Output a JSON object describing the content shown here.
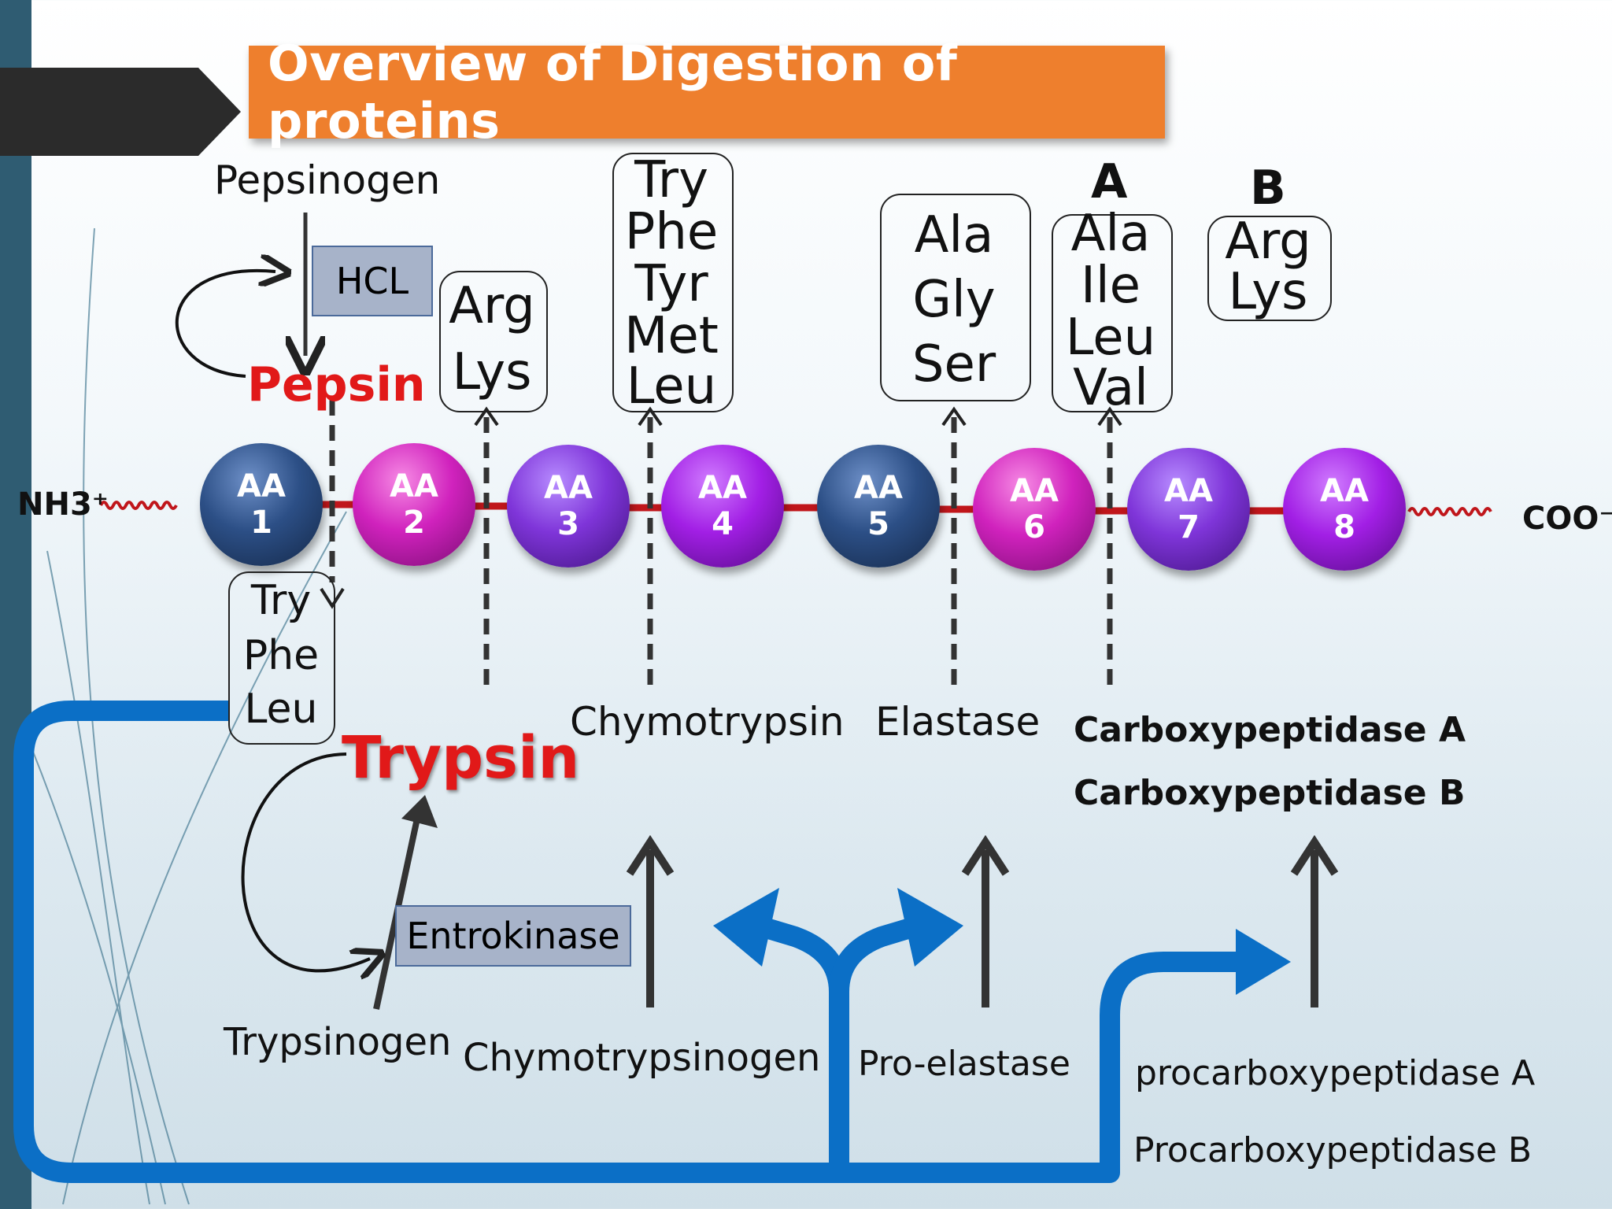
{
  "title": "Overview of Digestion of proteins",
  "chain": {
    "n_terminus": "NH3⁺",
    "c_terminus": "COO⁻",
    "residues": [
      {
        "label": "AA",
        "num": "1",
        "color": "blue"
      },
      {
        "label": "AA",
        "num": "2",
        "color": "pink"
      },
      {
        "label": "AA",
        "num": "3",
        "color": "purple"
      },
      {
        "label": "AA",
        "num": "4",
        "color": "violet"
      },
      {
        "label": "AA",
        "num": "5",
        "color": "blue"
      },
      {
        "label": "AA",
        "num": "6",
        "color": "pink"
      },
      {
        "label": "AA",
        "num": "7",
        "color": "purple"
      },
      {
        "label": "AA",
        "num": "8",
        "color": "violet"
      }
    ]
  },
  "pepsin": {
    "precursor": "Pepsinogen",
    "activator": "HCL",
    "enzyme": "Pepsin",
    "sites": [
      "Try",
      "Phe",
      "Leu"
    ]
  },
  "trypsin": {
    "precursor": "Trypsinogen",
    "activator": "Entrokinase",
    "enzyme": "Trypsin",
    "sites": [
      "Arg",
      "Lys"
    ]
  },
  "chymotrypsin": {
    "precursor": "Chymotrypsinogen",
    "enzyme": "Chymotrypsin",
    "sites": [
      "Try",
      "Phe",
      "Tyr",
      "Met",
      "Leu"
    ]
  },
  "elastase": {
    "precursor": "Pro-elastase",
    "enzyme": "Elastase",
    "sites": [
      "Ala",
      "Gly",
      "Ser"
    ]
  },
  "carboxypeptidase": {
    "precursor_a": "procarboxypeptidase A",
    "precursor_b": "Procarboxypeptidase B",
    "enzyme_a": "Carboxypeptidase  A",
    "enzyme_b": "Carboxypeptidase  B",
    "group_a": {
      "heading": "A",
      "sites": [
        "Ala",
        "Ile",
        "Leu",
        "Val"
      ]
    },
    "group_b": {
      "heading": "B",
      "sites": [
        "Arg",
        "Lys"
      ]
    }
  },
  "colors": {
    "title_bg": "#ee7f2d",
    "pepsin_red": "#e11919",
    "pipe_blue": "#0b6fc6",
    "bond_red": "#c0161b"
  }
}
